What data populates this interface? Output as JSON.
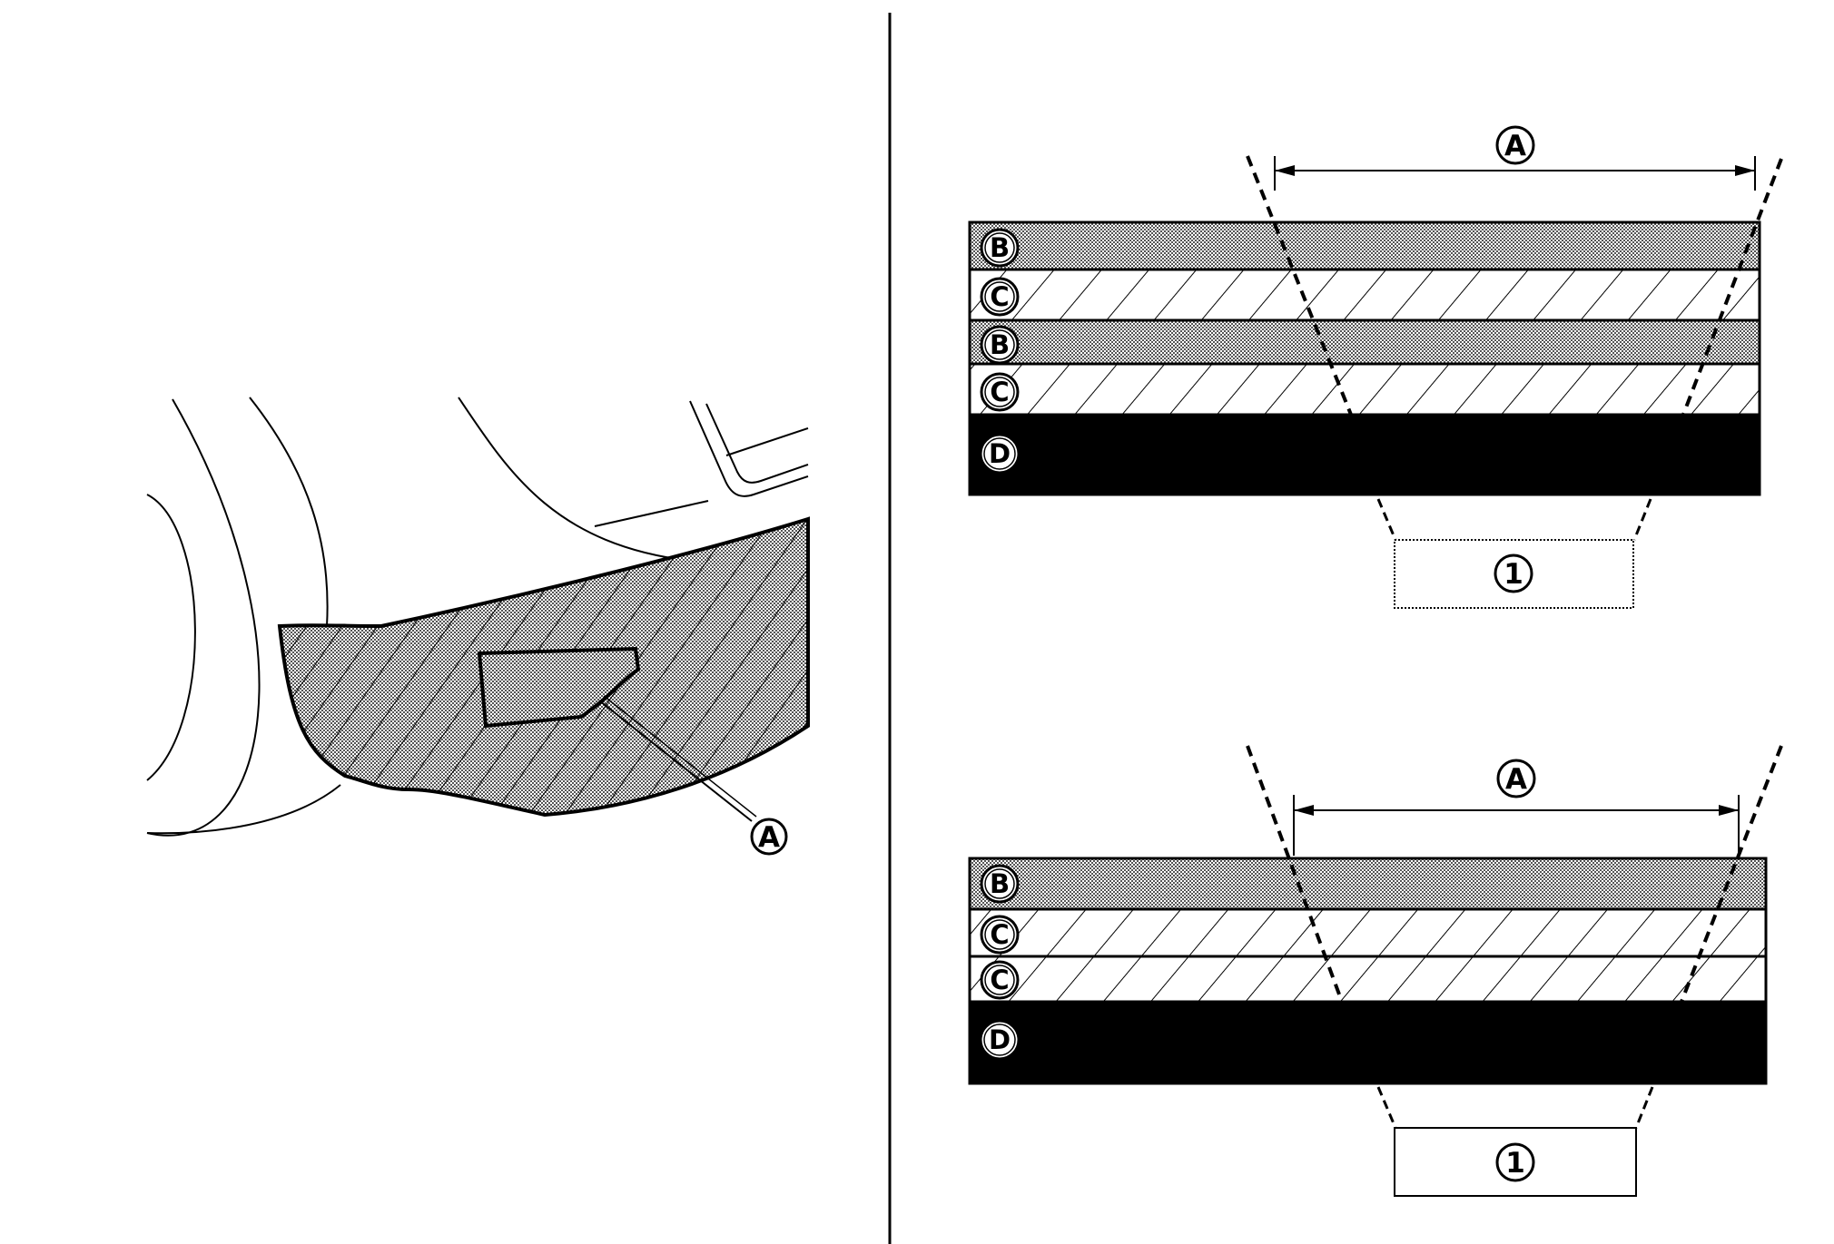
{
  "bumper_view": {
    "callout": "A"
  },
  "layer_diagram_top": {
    "width_callout": "A",
    "layers": [
      "B",
      "C",
      "B",
      "C",
      "D"
    ],
    "step_callout": "1"
  },
  "layer_diagram_bottom": {
    "width_callout": "A",
    "layers": [
      "B",
      "C",
      "C",
      "D"
    ],
    "step_callout": "1"
  }
}
